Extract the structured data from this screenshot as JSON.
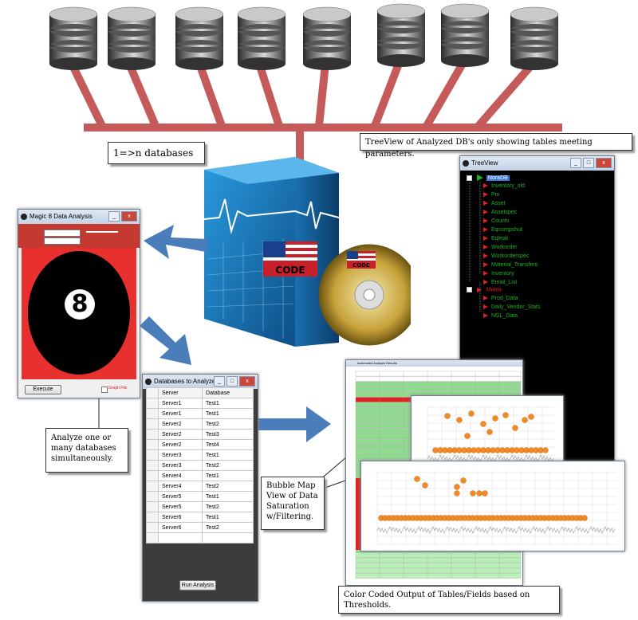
{
  "colors": {
    "pipe": "#c45a5a",
    "arrow": "#4a7ebb",
    "box_blue": "#1f7fc7",
    "tree_green": "#1db31d",
    "tree_red": "#e02020",
    "magic_red": "#e8302e"
  },
  "callouts": {
    "databases": "1=>n databases",
    "treeview": "TreeView of Analyzed DB's only showing tables meeting parameters.",
    "analyze": "Analyze one or many databases simultaneously.",
    "bubble": "Bubble Map View of Data Saturation w/Filtering.",
    "color_coded": "Color Coded Output of Tables/Fields based on Thresholds."
  },
  "product_box": {
    "label": "CODE",
    "disc_label": "CODE"
  },
  "magic_window": {
    "title": "Magic 8 Data Analysis",
    "ball_number": "8",
    "execute_label": "Execute",
    "checkbox_label": "Graph File"
  },
  "databases_window": {
    "title": "Databases to Analyze",
    "columns": [
      "Server",
      "Database"
    ],
    "rows": [
      [
        "Server1",
        "Test1"
      ],
      [
        "Server1",
        "Test1"
      ],
      [
        "Server2",
        "Test2"
      ],
      [
        "Server2",
        "Test3"
      ],
      [
        "Server2",
        "Test4"
      ],
      [
        "Server3",
        "Test1"
      ],
      [
        "Server3",
        "Test2"
      ],
      [
        "Server4",
        "Test1"
      ],
      [
        "Server4",
        "Test2"
      ],
      [
        "Server5",
        "Test1"
      ],
      [
        "Server5",
        "Test2"
      ],
      [
        "Server6",
        "Test1"
      ],
      [
        "Server6",
        "Test2"
      ]
    ],
    "run_label": "Run Analysis"
  },
  "treeview_window": {
    "title": "TreeView",
    "root1": "NoraDB",
    "items1": [
      "Inventory_old",
      "Pm",
      "Asset",
      "Assetspec",
      "Counts",
      "Eqcompshut",
      "Eqleak",
      "Workorder",
      "Workorderspec",
      "Material_Transfers",
      "Inventory",
      "Email_List"
    ],
    "root2": "Metrix",
    "items2": [
      "Prod_Data",
      "Daily_Vendor_Stats",
      "NGL_Data"
    ]
  },
  "results_window": {
    "title": "Automated Analysis Results"
  }
}
